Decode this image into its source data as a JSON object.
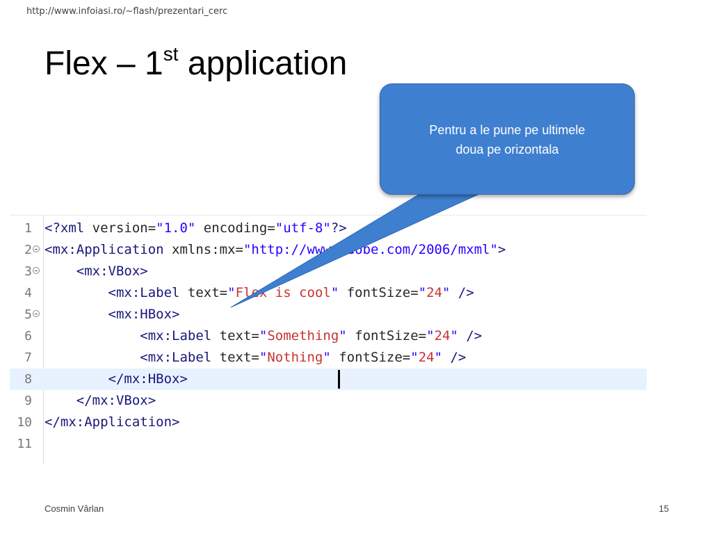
{
  "header": {
    "url": "http://www.infoiasi.ro/~flash/prezentari_cerc"
  },
  "title": {
    "main": "Flex – 1",
    "sup": "st",
    "rest": " application"
  },
  "callout": {
    "line1": "Pentru a le pune pe ultimele",
    "line2": "doua pe orizontala"
  },
  "colors": {
    "callout": "#3f7fd0",
    "current_line": "#e8f2fe",
    "tag": "#17177a",
    "value": "#2a00ff",
    "string": "#c83232"
  },
  "code": {
    "current_line": 8,
    "lines": [
      {
        "n": "1",
        "fold": false,
        "parts": [
          [
            "tag",
            "<?xml "
          ],
          [
            "attr",
            "version="
          ],
          [
            "val",
            "\"1.0\""
          ],
          [
            "attr",
            " encoding="
          ],
          [
            "val",
            "\"utf-8\""
          ],
          [
            "tag",
            "?>"
          ]
        ]
      },
      {
        "n": "2",
        "fold": true,
        "parts": [
          [
            "tag",
            "<mx:Application "
          ],
          [
            "attr",
            "xmlns:mx="
          ],
          [
            "val",
            "\"http://www.adobe.com/2006/mxml\""
          ],
          [
            "tag",
            ">"
          ]
        ]
      },
      {
        "n": "3",
        "fold": true,
        "parts": [
          [
            "tag",
            "    <mx:VBox>"
          ]
        ]
      },
      {
        "n": "4",
        "fold": false,
        "parts": [
          [
            "tag",
            "        <mx:Label "
          ],
          [
            "attr",
            "text="
          ],
          [
            "val",
            "\""
          ],
          [
            "str",
            "Flex is cool"
          ],
          [
            "val",
            "\""
          ],
          [
            "attr",
            " fontSize="
          ],
          [
            "val",
            "\""
          ],
          [
            "str",
            "24"
          ],
          [
            "val",
            "\""
          ],
          [
            "tag",
            " />"
          ]
        ]
      },
      {
        "n": "5",
        "fold": true,
        "parts": [
          [
            "tag",
            "        <mx:HBox>"
          ]
        ]
      },
      {
        "n": "6",
        "fold": false,
        "parts": [
          [
            "tag",
            "            <mx:Label "
          ],
          [
            "attr",
            "text="
          ],
          [
            "val",
            "\""
          ],
          [
            "str",
            "Something"
          ],
          [
            "val",
            "\""
          ],
          [
            "attr",
            " fontSize="
          ],
          [
            "val",
            "\""
          ],
          [
            "str",
            "24"
          ],
          [
            "val",
            "\""
          ],
          [
            "tag",
            " />"
          ]
        ]
      },
      {
        "n": "7",
        "fold": false,
        "parts": [
          [
            "tag",
            "            <mx:Label "
          ],
          [
            "attr",
            "text="
          ],
          [
            "val",
            "\""
          ],
          [
            "str",
            "Nothing"
          ],
          [
            "val",
            "\""
          ],
          [
            "attr",
            " fontSize="
          ],
          [
            "val",
            "\""
          ],
          [
            "str",
            "24"
          ],
          [
            "val",
            "\""
          ],
          [
            "tag",
            " />"
          ]
        ]
      },
      {
        "n": "8",
        "fold": false,
        "parts": [
          [
            "tag",
            "        </mx:HBox>"
          ]
        ]
      },
      {
        "n": "9",
        "fold": false,
        "parts": [
          [
            "tag",
            "    </mx:VBox>"
          ]
        ]
      },
      {
        "n": "10",
        "fold": false,
        "parts": [
          [
            "tag",
            "</mx:Application>"
          ]
        ]
      },
      {
        "n": "11",
        "fold": false,
        "parts": []
      }
    ]
  },
  "footer": {
    "author": "Cosmin Vârlan",
    "page": "15"
  }
}
